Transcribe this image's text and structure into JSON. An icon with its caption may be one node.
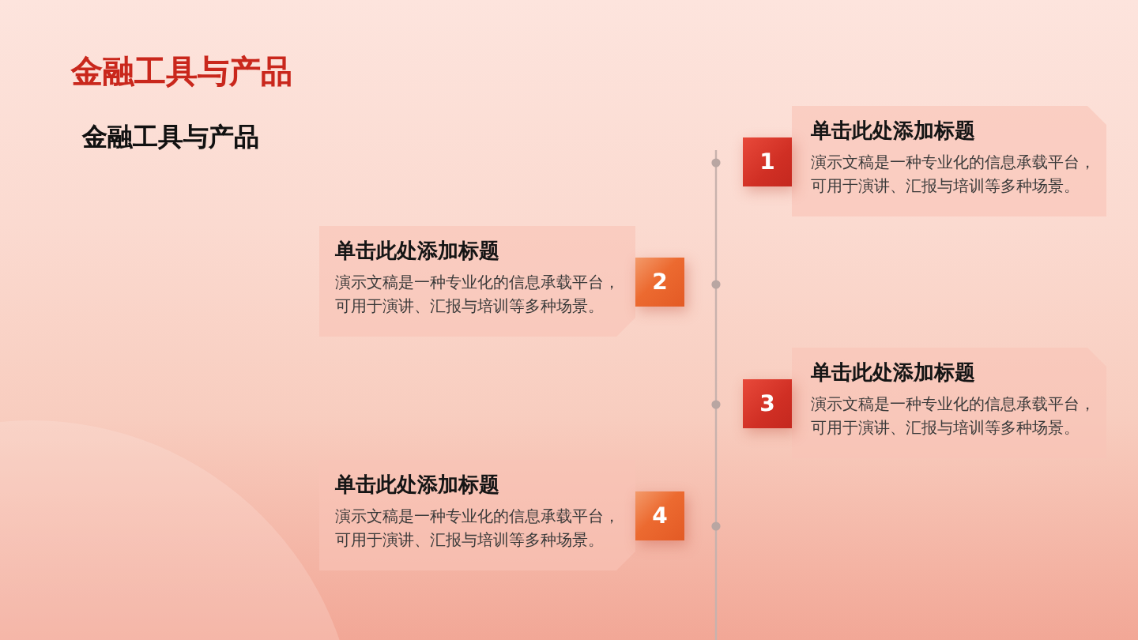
{
  "diagram": {
    "title": "金融工具与产品",
    "nodes": [
      {
        "text": [
          "单击此处添加标题",
          "演示文稿是一种专业化的信息承载平台，可用于演讲、汇报与培训等多种场景。"
        ]
      },
      {
        "text": [
          "1"
        ]
      },
      {
        "text": [
          "单击此处添加标题",
          "演示文稿是一种专业化的信息承载平台，可用于演讲、汇报与培训等多种场景。"
        ]
      },
      {
        "text": [
          "2"
        ]
      },
      {
        "text": [
          "单击此处添加标题",
          "演示文稿是一种专业化的信息承载平台，可用于演讲、汇报与培训等多种场景。"
        ]
      },
      {
        "text": [
          "3"
        ]
      },
      {
        "text": [
          "单击此处添加标题",
          "演示文稿是一种专业化的信息承载平台，可用于演讲、汇报与培训等多种场景。"
        ]
      },
      {
        "text": [
          "4"
        ]
      }
    ],
    "labels": [
      "金融工具与产品"
    ]
  }
}
